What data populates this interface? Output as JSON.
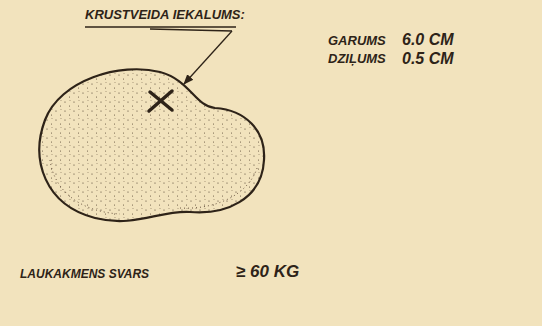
{
  "diagram": {
    "labels": [
      "KRUSTVEIDA IEKALUMS:",
      "GARUMS",
      "6.0 CM",
      "DZIĻUMS",
      "0.5 CM",
      "LAUKAKMENS SVARS",
      "≥ 60 KG"
    ]
  }
}
